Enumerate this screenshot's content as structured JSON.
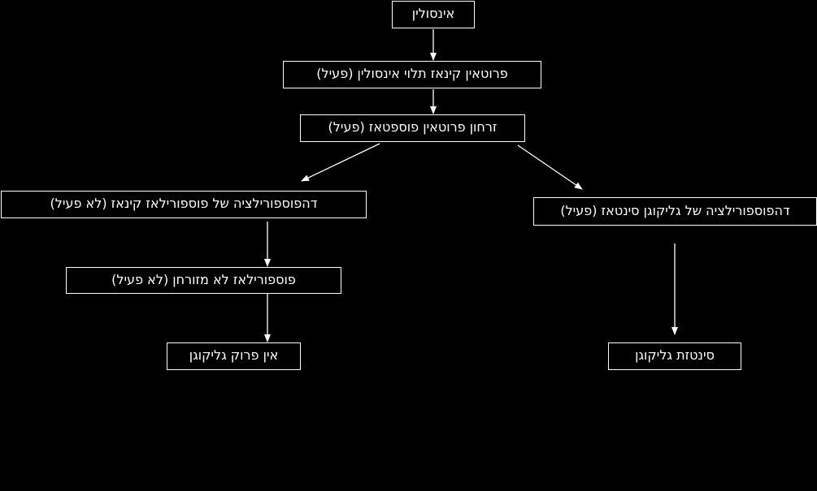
{
  "diagram": {
    "nodes": {
      "insulin": "אינסולין",
      "protein_kinase": "פרוטאין קינאז תלוי אינסולין (פעיל)",
      "protein_phosphatase": "זרחון פרוטאין פוספטאז (פעיל)",
      "dephos_phosphorylase_kinase": "דהפוספורילציה של פוספורילאז קינאז (לא פעיל)",
      "dephos_glycogen_synthase": "דהפוספורילציה של גליקוגן סינטאז (פעיל)",
      "phosphorylase_inactive": "פוספורילאז לא מזורחן (לא פעיל)",
      "no_glycogen_breakdown": "אין פרוק גליקוגן",
      "glycogen_synthesis": "סינטזת גליקוגן"
    },
    "colors": {
      "background": "#000000",
      "line": "#ffffff",
      "text": "#ffffff"
    }
  }
}
